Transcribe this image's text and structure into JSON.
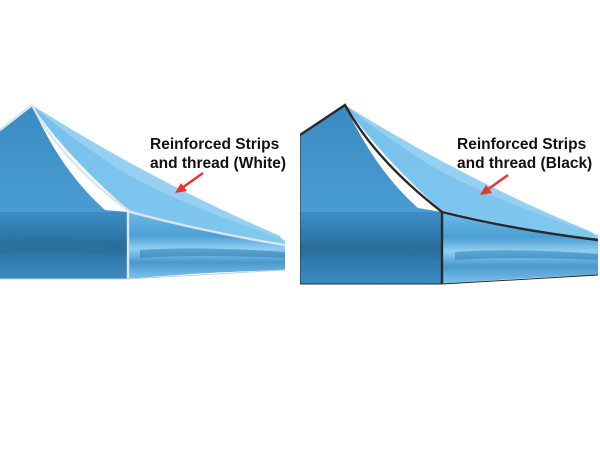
{
  "colors": {
    "canopy_dark": "#2f7fb5",
    "canopy_mid": "#4aa0d6",
    "canopy_light": "#8fcff3",
    "arrow": "#e8342a",
    "strip_white": "#e9edf0",
    "strip_black": "#2a2a2a"
  },
  "panels": [
    {
      "caption_line1": "Reinforced Strips",
      "caption_line2": "and thread (White)",
      "strip_color": "white"
    },
    {
      "caption_line1": "Reinforced Strips",
      "caption_line2": "and thread (Black)",
      "strip_color": "black"
    }
  ],
  "icons": {
    "pointer": "arrow-icon"
  }
}
